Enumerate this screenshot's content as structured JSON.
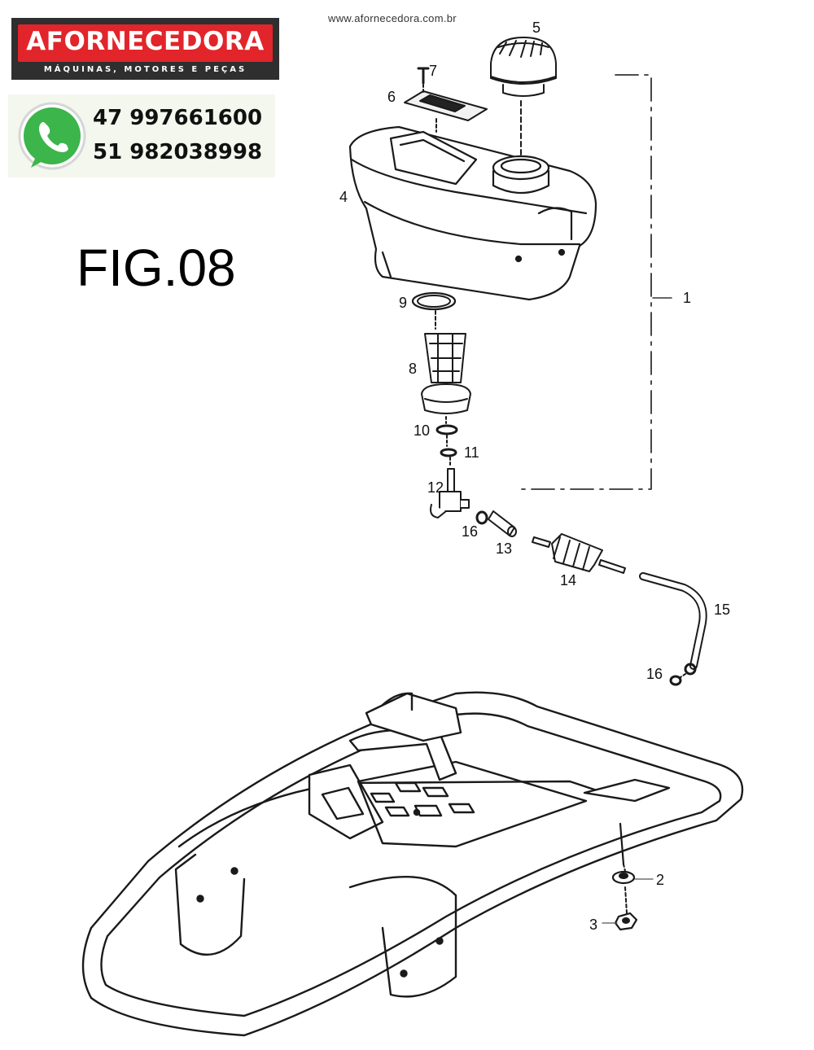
{
  "brand": {
    "name": "AFORNECEDORA",
    "tagline": "MÁQUINAS, MOTORES E PEÇAS",
    "colors": {
      "red": "#e1252a",
      "dark": "#2f2f2f",
      "whatsapp_green": "#3cb54a"
    }
  },
  "contact": {
    "icon": "whatsapp-icon",
    "phones": [
      "47 997661600",
      "51 982038998"
    ]
  },
  "website": "www.afornecedora.com.br",
  "figure": {
    "title": "FIG.08"
  },
  "callouts": [
    "1",
    "2",
    "3",
    "4",
    "5",
    "6",
    "7",
    "8",
    "9",
    "10",
    "11",
    "12",
    "13",
    "14",
    "15",
    "16",
    "16"
  ]
}
